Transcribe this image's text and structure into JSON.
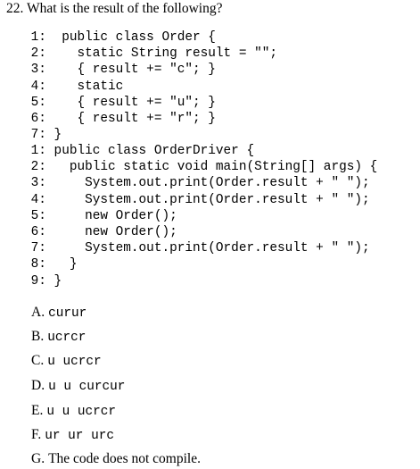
{
  "question": {
    "text": "22. What is the result of the following?"
  },
  "code_block_1": [
    {
      "num": " 1:",
      "text": "  public class Order {"
    },
    {
      "num": " 2:",
      "text": "    static String result = \"\";"
    },
    {
      "num": " 3:",
      "text": "    { result += \"c\"; }"
    },
    {
      "num": " 4:",
      "text": "    static"
    },
    {
      "num": " 5:",
      "text": "    { result += \"u\"; }"
    },
    {
      "num": " 6:",
      "text": "    { result += \"r\"; }"
    },
    {
      "num": " 7:",
      "text": " }"
    }
  ],
  "code_block_2": [
    {
      "num": " 1:",
      "text": " public class OrderDriver {"
    },
    {
      "num": " 2:",
      "text": "   public static void main(String[] args) {"
    },
    {
      "num": " 3:",
      "text": "     System.out.print(Order.result + \" \");"
    },
    {
      "num": " 4:",
      "text": "     System.out.print(Order.result + \" \");"
    },
    {
      "num": " 5:",
      "text": "     new Order();"
    },
    {
      "num": " 6:",
      "text": "     new Order();"
    },
    {
      "num": " 7:",
      "text": "     System.out.print(Order.result + \" \");"
    },
    {
      "num": " 8:",
      "text": "   }"
    },
    {
      "num": " 9:",
      "text": " }"
    }
  ],
  "options": [
    {
      "letter": "A.",
      "text": "curur",
      "mono": true
    },
    {
      "letter": "B.",
      "text": "ucrcr",
      "mono": true
    },
    {
      "letter": "C.",
      "text": "u ucrcr",
      "mono": true
    },
    {
      "letter": "D.",
      "text": "u u curcur",
      "mono": true
    },
    {
      "letter": "E.",
      "text": "u u ucrcr",
      "mono": true
    },
    {
      "letter": "F.",
      "text": "ur ur urc",
      "mono": true
    },
    {
      "letter": "G.",
      "text": "The code does not compile.",
      "mono": false
    }
  ]
}
